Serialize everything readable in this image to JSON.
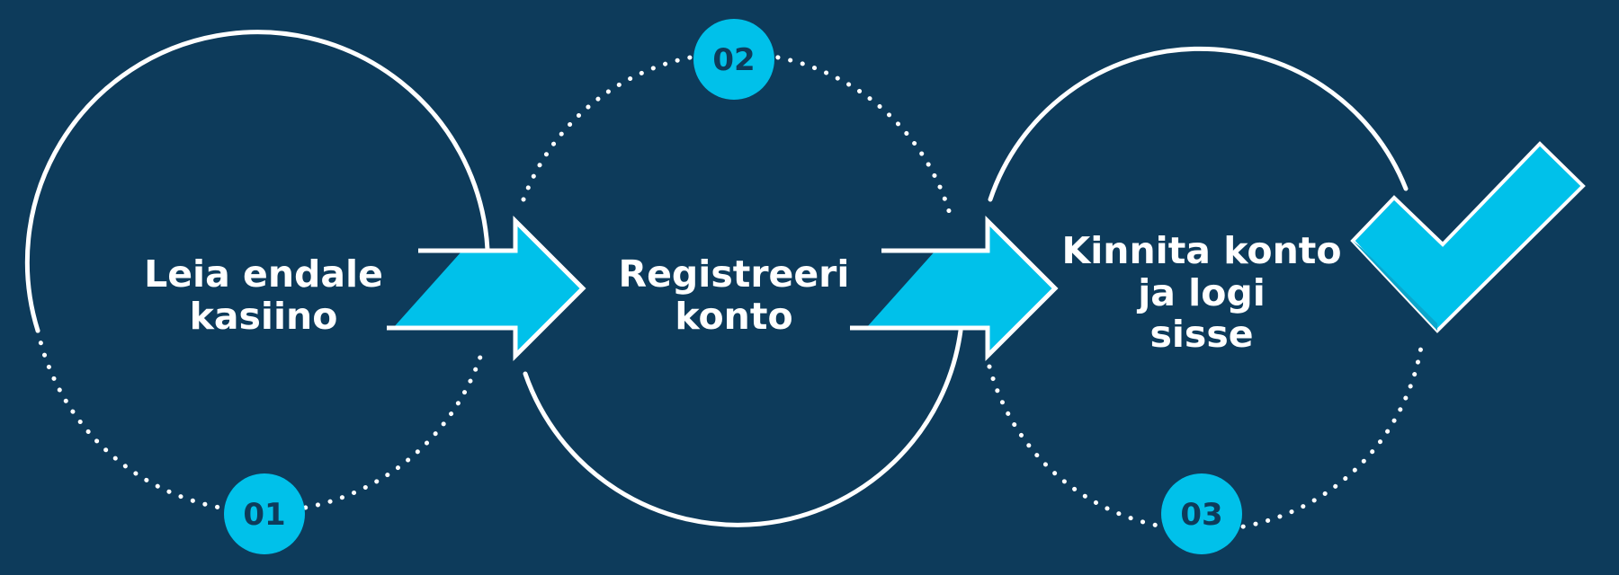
{
  "colors": {
    "background": "#0d3b5b",
    "accent": "#00c1ea",
    "line": "#ffffff",
    "badge_text": "#0d3b5b"
  },
  "steps": [
    {
      "number": "01",
      "line1": "Leia endale",
      "line2": "kasiino",
      "line3": ""
    },
    {
      "number": "02",
      "line1": "Registreeri",
      "line2": "konto",
      "line3": ""
    },
    {
      "number": "03",
      "line1": "Kinnita konto",
      "line2": "ja logi",
      "line3": "sisse"
    }
  ],
  "icons": {
    "arrow": "arrow-right-icon",
    "check": "checkmark-icon"
  }
}
